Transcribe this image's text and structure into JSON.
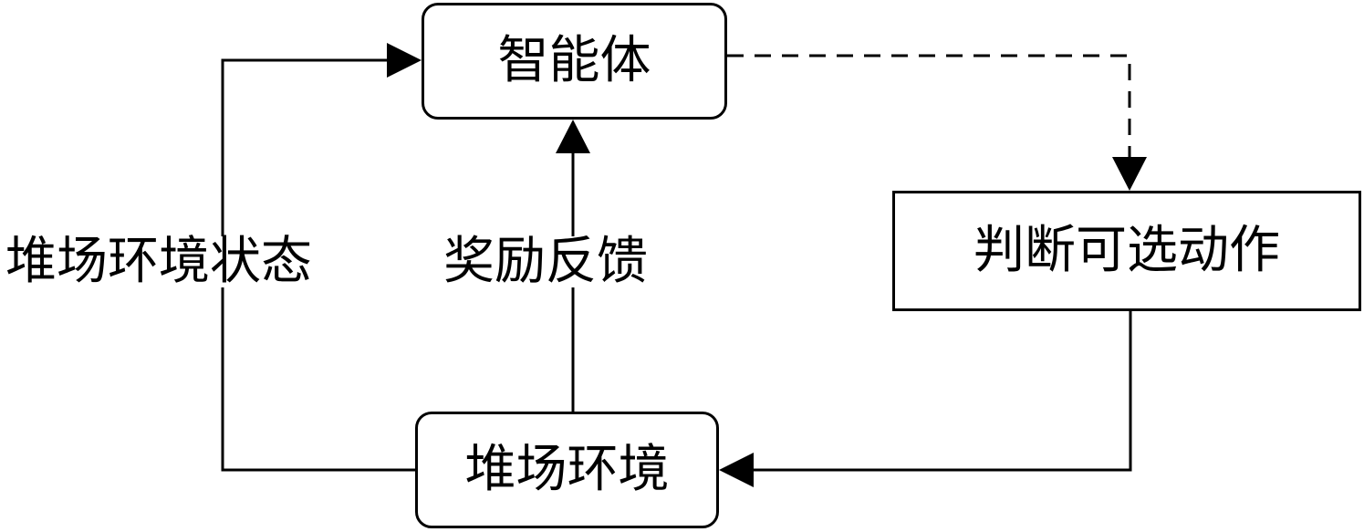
{
  "diagram": {
    "nodes": {
      "agent": {
        "label": "智能体"
      },
      "action_judge": {
        "label": "判断可选动作"
      },
      "environment": {
        "label": "堆场环境"
      }
    },
    "edges": {
      "state": {
        "label": "堆场环境状态",
        "from": "environment",
        "to": "agent",
        "style": "solid"
      },
      "reward": {
        "label": "奖励反馈",
        "from": "environment",
        "to": "agent",
        "style": "solid"
      },
      "decision": {
        "label": "",
        "from": "agent",
        "to": "action_judge",
        "style": "dashed"
      },
      "action": {
        "label": "",
        "from": "action_judge",
        "to": "environment",
        "style": "solid"
      }
    },
    "colors": {
      "stroke": "#000000",
      "background": "#ffffff"
    }
  }
}
